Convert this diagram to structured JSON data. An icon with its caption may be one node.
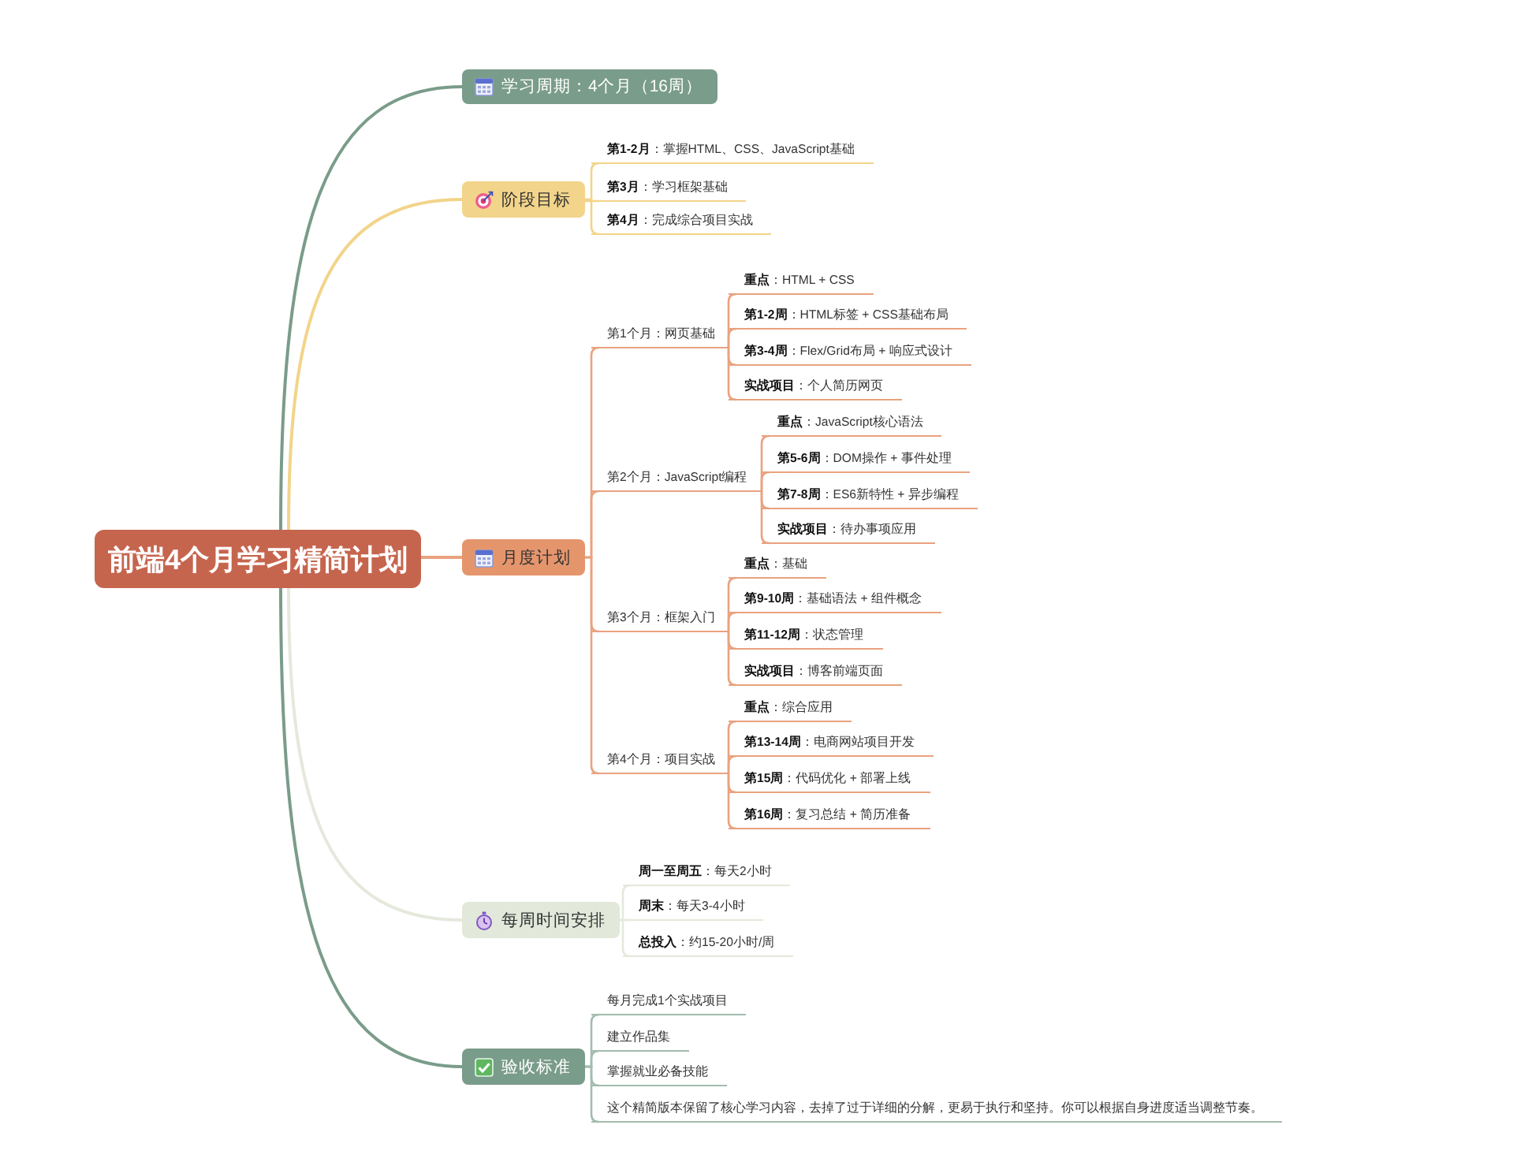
{
  "diagram": {
    "nodes": [
      {
        "text": [
          "前端4个月学习精简计划"
        ]
      },
      {
        "text": [
          "学习周期：4个月（16周）"
        ]
      },
      {
        "text": [
          "阶段目标"
        ]
      },
      {
        "text": [
          "**第1-2月**：掌握HTML、CSS、JavaScript基础"
        ]
      },
      {
        "text": [
          "**第3月**：学习框架基础"
        ]
      },
      {
        "text": [
          "**第4月**：完成综合项目实战"
        ]
      },
      {
        "text": [
          "月度计划"
        ]
      },
      {
        "text": [
          "第1个月：网页基础"
        ]
      },
      {
        "text": [
          "**重点**：HTML + CSS"
        ]
      },
      {
        "text": [
          "**第1-2周**：HTML标签 + CSS基础布局"
        ]
      },
      {
        "text": [
          "**第3-4周**：Flex/Grid布局 + 响应式设计"
        ]
      },
      {
        "text": [
          "**实战项目**：个人简历网页"
        ]
      },
      {
        "text": [
          "第2个月：JavaScript编程"
        ]
      },
      {
        "text": [
          "**重点**：JavaScript核心语法"
        ]
      },
      {
        "text": [
          "**第5-6周**：DOM操作 + 事件处理"
        ]
      },
      {
        "text": [
          "**第7-8周**：ES6新特性 + 异步编程"
        ]
      },
      {
        "text": [
          "**实战项目**：待办事项应用"
        ]
      },
      {
        "text": [
          "第3个月：框架入门"
        ]
      },
      {
        "text": [
          "**重点**：基础"
        ]
      },
      {
        "text": [
          "**第9-10周**：基础语法 + 组件概念"
        ]
      },
      {
        "text": [
          "**第11-12周**：状态管理"
        ]
      },
      {
        "text": [
          "**实战项目**：博客前端页面"
        ]
      },
      {
        "text": [
          "第4个月：项目实战"
        ]
      },
      {
        "text": [
          "**重点**：综合应用"
        ]
      },
      {
        "text": [
          "**第13-14周**：电商网站项目开发"
        ]
      },
      {
        "text": [
          "**第15周**：代码优化 + 部署上线"
        ]
      },
      {
        "text": [
          "**第16周**：复习总结 + 简历准备"
        ]
      },
      {
        "text": [
          "每周时间安排"
        ]
      },
      {
        "text": [
          "**周一至周五**：每天2小时"
        ]
      },
      {
        "text": [
          "**周末**：每天3-4小时"
        ]
      },
      {
        "text": [
          "**总投入**：约15-20小时/周"
        ]
      },
      {
        "text": [
          "验收标准"
        ]
      },
      {
        "text": [
          "每月完成1个实战项目"
        ]
      },
      {
        "text": [
          "建立作品集"
        ]
      },
      {
        "text": [
          "掌握就业必备技能"
        ]
      },
      {
        "text": [
          "这个精简版本保留了核心学习内容，去掉了过于详细的分解，更易于执行和坚持。你可以根据自身进度适当调整节奏。"
        ]
      }
    ],
    "edges": [
      {
        "from": 0,
        "to": 1,
        "arrow": "none",
        "color": "#7a9c8a"
      },
      {
        "from": 0,
        "to": 2,
        "arrow": "none",
        "color": "#f2d48a"
      },
      {
        "from": 0,
        "to": 6,
        "arrow": "none"
      },
      {
        "from": 0,
        "to": 27,
        "arrow": "none",
        "color": "#e4e9dc"
      },
      {
        "from": 0,
        "to": 31,
        "arrow": "none",
        "color": "#7a9c8a"
      },
      {
        "from": 2,
        "to": 3,
        "arrow": "none",
        "color": "#f2d48a"
      },
      {
        "from": 2,
        "to": 4,
        "arrow": "none",
        "color": "#f2d48a"
      },
      {
        "from": 2,
        "to": 5,
        "arrow": "none",
        "color": "#f2d48a"
      },
      {
        "from": 6,
        "to": 7,
        "arrow": "none"
      },
      {
        "from": 6,
        "to": 12,
        "arrow": "none"
      },
      {
        "from": 6,
        "to": 17,
        "arrow": "none"
      },
      {
        "from": 6,
        "to": 22,
        "arrow": "none"
      },
      {
        "from": 7,
        "to": 8,
        "arrow": "none"
      },
      {
        "from": 7,
        "to": 9,
        "arrow": "none"
      },
      {
        "from": 7,
        "to": 10,
        "arrow": "none"
      },
      {
        "from": 7,
        "to": 11,
        "arrow": "none"
      },
      {
        "from": 12,
        "to": 13,
        "arrow": "none"
      },
      {
        "from": 12,
        "to": 14,
        "arrow": "none"
      },
      {
        "from": 12,
        "to": 15,
        "arrow": "none"
      },
      {
        "from": 12,
        "to": 16,
        "arrow": "none"
      },
      {
        "from": 17,
        "to": 18,
        "arrow": "none"
      },
      {
        "from": 17,
        "to": 19,
        "arrow": "none"
      },
      {
        "from": 17,
        "to": 20,
        "arrow": "none"
      },
      {
        "from": 17,
        "to": 21,
        "arrow": "none"
      },
      {
        "from": 22,
        "to": 23,
        "arrow": "none"
      },
      {
        "from": 22,
        "to": 24,
        "arrow": "none"
      },
      {
        "from": 22,
        "to": 25,
        "arrow": "none"
      },
      {
        "from": 22,
        "to": 26,
        "arrow": "none"
      },
      {
        "from": 27,
        "to": 28,
        "arrow": "none",
        "color": "#e4e9dc"
      },
      {
        "from": 27,
        "to": 29,
        "arrow": "none",
        "color": "#e4e9dc"
      },
      {
        "from": 27,
        "to": 30,
        "arrow": "none",
        "color": "#e4e9dc"
      },
      {
        "from": 31,
        "to": 32,
        "arrow": "none",
        "color": "#a3bcae"
      },
      {
        "from": 31,
        "to": 33,
        "arrow": "none",
        "color": "#a3bcae"
      },
      {
        "from": 31,
        "to": 34,
        "arrow": "none",
        "color": "#a3bcae"
      },
      {
        "from": 31,
        "to": 35,
        "arrow": "none",
        "color": "#a3bcae"
      }
    ]
  }
}
